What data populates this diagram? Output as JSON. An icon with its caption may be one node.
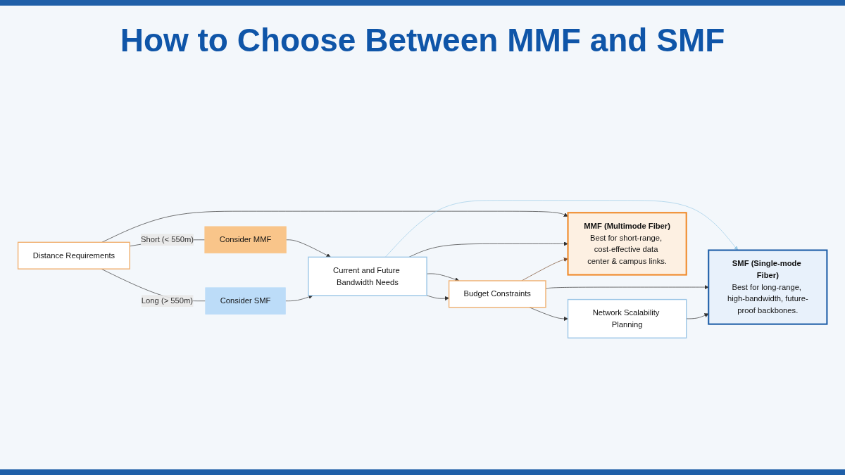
{
  "diagram": {
    "title": "How to Choose Between MMF and SMF",
    "nodes": [
      {
        "text": [
          "Distance Requirements"
        ]
      },
      {
        "text": [
          "Consider MMF"
        ]
      },
      {
        "text": [
          "Consider SMF"
        ]
      },
      {
        "text": [
          "Current and Future Bandwidth Needs"
        ]
      },
      {
        "text": [
          "Budget Constraints"
        ]
      },
      {
        "text": [
          "Network Scalability Planning"
        ]
      },
      {
        "text": [
          "MMF (Multimode Fiber)",
          "Best for short-range, cost-effective data center & campus links."
        ]
      },
      {
        "text": [
          "SMF (Single-mode Fiber)",
          "Best for long-range, high-bandwidth, future-proof backbones."
        ]
      }
    ],
    "edges": [
      {
        "from": 0,
        "to": 1,
        "label": "Short (< 550m)",
        "arrow": "none"
      },
      {
        "from": 1,
        "to": 3,
        "arrow": "to"
      },
      {
        "from": 0,
        "to": 2,
        "label": "Long (> 550m)",
        "arrow": "none"
      },
      {
        "from": 2,
        "to": 3,
        "arrow": "to"
      },
      {
        "from": 3,
        "to": 4,
        "arrow": "to"
      },
      {
        "from": 3,
        "to": 4,
        "arrow": "to"
      },
      {
        "from": 4,
        "to": 5,
        "arrow": "to"
      },
      {
        "from": 0,
        "to": 6,
        "arrow": "to"
      },
      {
        "from": 3,
        "to": 6,
        "arrow": "to"
      },
      {
        "from": 4,
        "to": 6,
        "arrow": "to",
        "color": "#7a4a2a"
      },
      {
        "from": 3,
        "to": 7,
        "arrow": "to",
        "color": "#9ccbe6"
      },
      {
        "from": 4,
        "to": 7,
        "arrow": "to"
      },
      {
        "from": 5,
        "to": 7,
        "arrow": "to"
      }
    ]
  }
}
